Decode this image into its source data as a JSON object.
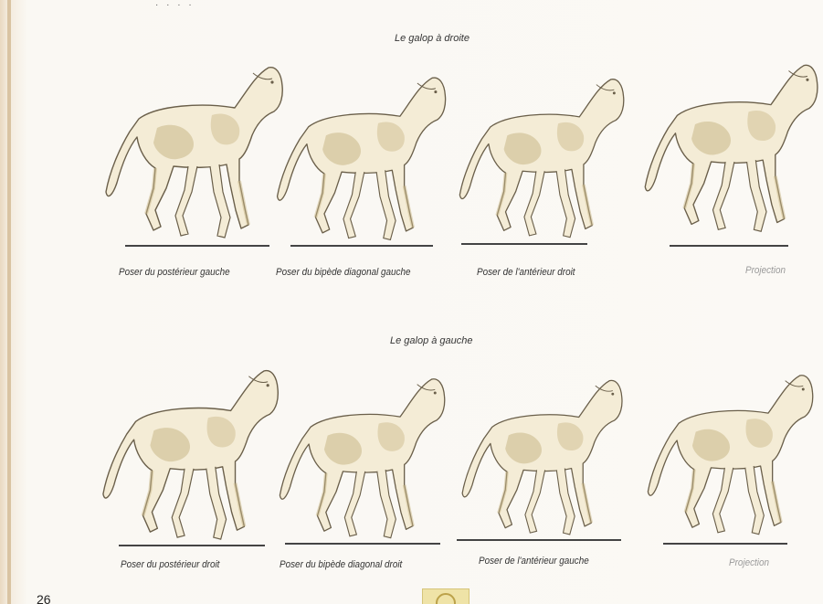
{
  "page": {
    "number": "26",
    "top_scrap": "· · · ·"
  },
  "sections": [
    {
      "title": "Le galop à droite",
      "captions": [
        "Poser du postérieur gauche",
        "Poser du bipède diagonal gauche",
        "Poser de l'antérieur droit",
        "Projection"
      ]
    },
    {
      "title": "Le galop à gauche",
      "captions": [
        "Poser du postérieur droit",
        "Poser du bipède diagonal droit",
        "Poser de l'antérieur gauche",
        "Projection"
      ]
    }
  ],
  "icons": {
    "horse": "horse-illustration-icon",
    "logo": "publisher-logo-icon"
  },
  "colors": {
    "horse_fill": "#f4ecd6",
    "horse_shade": "#c9b888",
    "outline": "#6a5f4a",
    "ground": "#444444"
  }
}
